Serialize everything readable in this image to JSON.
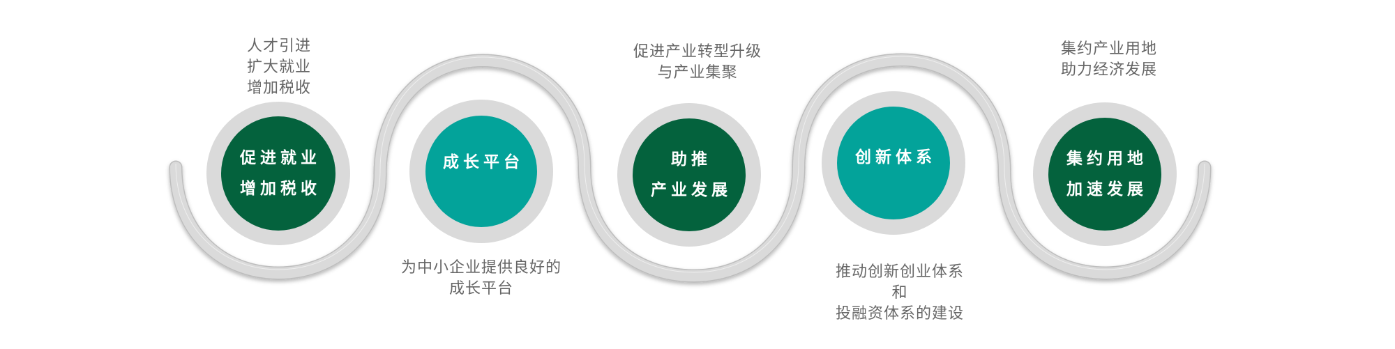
{
  "colors": {
    "dark_green": "#04623D",
    "teal": "#03A39A",
    "ring_gray": "#DADADA",
    "path_gray": "#D9D9D9",
    "caption_gray": "#666666"
  },
  "steps": [
    {
      "circle_lines": [
        "促进就业",
        "增加税收"
      ],
      "circle_color": "dark_green",
      "caption_position": "top",
      "caption_lines": [
        "人才引进",
        "扩大就业",
        "增加税收"
      ]
    },
    {
      "circle_lines": [
        "成长平台"
      ],
      "circle_color": "teal",
      "caption_position": "bottom",
      "caption_lines": [
        "为中小企业提供良好的",
        "成长平台"
      ]
    },
    {
      "circle_lines": [
        "助推",
        "产业发展"
      ],
      "circle_color": "dark_green",
      "caption_position": "top",
      "caption_lines": [
        "促进产业转型升级",
        "与产业集聚"
      ]
    },
    {
      "circle_lines": [
        "创新体系"
      ],
      "circle_color": "teal",
      "caption_position": "bottom",
      "caption_lines": [
        "推动创新创业体系",
        "和",
        "投融资体系的建设"
      ]
    },
    {
      "circle_lines": [
        "集约用地",
        "加速发展"
      ],
      "circle_color": "dark_green",
      "caption_position": "top",
      "caption_lines": [
        "集约产业用地",
        "助力经济发展"
      ]
    }
  ]
}
